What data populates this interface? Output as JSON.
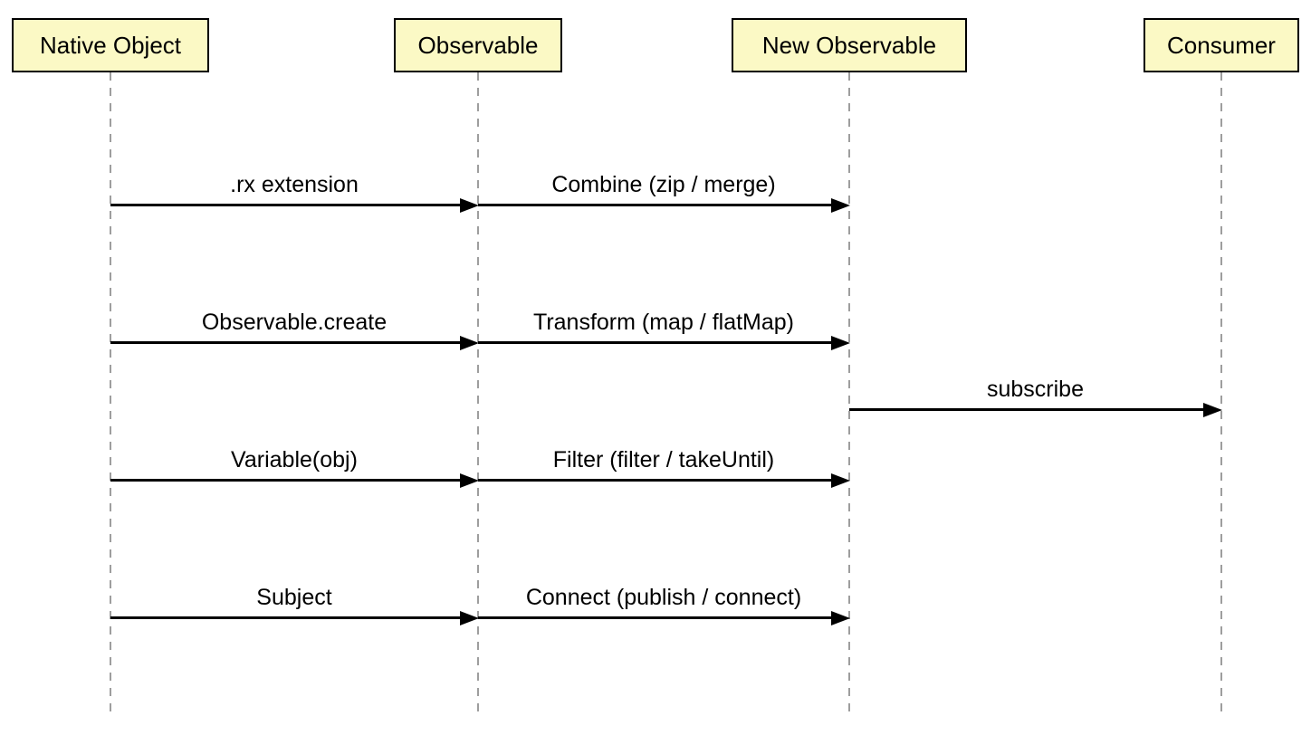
{
  "diagram": {
    "type": "sequence"
  },
  "colors": {
    "background": "#ffffff",
    "actor_fill": "#fbf9c5",
    "actor_border": "#000000",
    "lifeline": "#9e9e9e",
    "arrow": "#000000",
    "text": "#000000"
  },
  "actors": [
    {
      "label": "Native Object"
    },
    {
      "label": "Observable"
    },
    {
      "label": "New Observable"
    },
    {
      "label": "Consumer"
    }
  ],
  "messages": [
    {
      "label": ".rx extension",
      "from": "Native Object",
      "to": "Observable"
    },
    {
      "label": "Combine (zip / merge)",
      "from": "Observable",
      "to": "New Observable"
    },
    {
      "label": "Observable.create",
      "from": "Native Object",
      "to": "Observable"
    },
    {
      "label": "Transform (map / flatMap)",
      "from": "Observable",
      "to": "New Observable"
    },
    {
      "label": "subscribe",
      "from": "New Observable",
      "to": "Consumer"
    },
    {
      "label": "Variable(obj)",
      "from": "Native Object",
      "to": "Observable"
    },
    {
      "label": "Filter (filter / takeUntil)",
      "from": "Observable",
      "to": "New Observable"
    },
    {
      "label": "Subject",
      "from": "Native Object",
      "to": "Observable"
    },
    {
      "label": "Connect (publish / connect)",
      "from": "Observable",
      "to": "New Observable"
    }
  ]
}
